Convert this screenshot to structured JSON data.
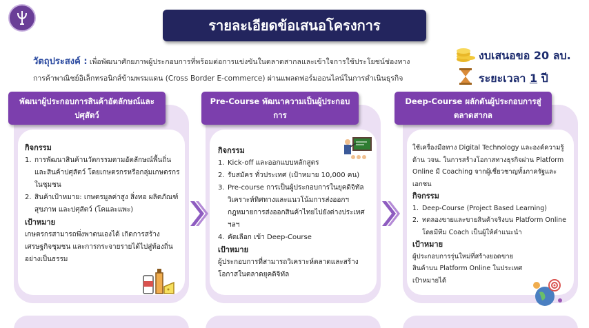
{
  "title": "รายละเอียดข้อเสนอโครงการ",
  "objective": {
    "label": "วัตถุประสงค์ :",
    "line1": "เพื่อพัฒนาศักยภาพผู้ประกอบการที่พร้อมต่อการแข่งขันในตลาดสากลและเข้าใจการใช้ประโยชน์ช่องทาง",
    "line2": "การค้าพาณิชย์อิเล็กทรอนิกส์ข้ามพรมแดน (Cross Border E-commerce) ผ่านแพลตฟอร์มออนไลน์ในการดำเนินธุรกิจ"
  },
  "budget": "งบเสนอขอ 20 ลบ.",
  "duration": {
    "prefix": "ระยะเวลา ",
    "value": "1",
    "suffix": " ปี"
  },
  "cards": [
    {
      "header": "พัฒนาผู้ประกอบการสินค้าอัตลักษณ์และปศุสัตว์",
      "activities_label": "กิจกรรม",
      "activities": [
        {
          "num": "1.",
          "text": "การพัฒนาสินค้านวัตกรรมตามอัตลักษณ์พื้นถิ่นและสินค้าปศุสัตว์ โดยเกษตรกรหรือกลุ่มเกษตรกรในชุมชน"
        },
        {
          "num": "2.",
          "text": "สินค้าเป้าหมาย: เกษตรมูลค่าสูง สิ่งทอ ผลิตภัณฑ์สุขภาพ และปศุสัตว์ (โคและแพะ)"
        }
      ],
      "target_label": "เป้าหมาย",
      "target": "เกษตรกรสามารถพึ่งพาตนเองได้ เกิดการสร้างเศรษฐกิจชุมชน และการกระจายรายได้ไปสู่ท้องถิ่นอย่างเป็นธรรม"
    },
    {
      "header": "Pre-Course พัฒนาความเป็นผู้ประกอบการ",
      "activities_label": "กิจกรรม",
      "activities": [
        {
          "num": "1.",
          "text": "Kick-off และออกแบบหลักสูตร"
        },
        {
          "num": "2.",
          "text": "รับสมัคร ทั่วประเทศ (เป้าหมาย 10,000 คน)"
        },
        {
          "num": "3.",
          "text": "Pre-course การเป็นผู้ประกอบการในยุคดิจิทัล วิเคราะห์ทิศทางและแนวโน้มการส่งออกฯ กฎหมายการส่งออกสินค้าไทยไปยังต่างประเทศ ฯลฯ"
        },
        {
          "num": "4.",
          "text": "คัดเลือก เข้า Deep-Course"
        }
      ],
      "target_label": "เป้าหมาย",
      "target": "ผู้ประกอบการที่สามารถวิเคราะห์ตลาดและสร้างโอกาสในตลาดยุคดิจิทัล"
    },
    {
      "header": "Deep-Course ผลักดันผู้ประกอบการสู่ตลาดสากล",
      "intro": "ใช้เครื่องมือทาง Digital Technology และองค์ความรู้ด้าน วจน. ในการสร้างโอกาสทางธุรกิจผ่าน Platform Online มี Coaching จากผู้เชี่ยวชาญทั้งภาครัฐและเอกชน",
      "activities_label": "กิจกรรม",
      "activities": [
        {
          "num": "1.",
          "text": "Deep-Course (Project Based Learning)"
        },
        {
          "num": "2.",
          "text": "ทดลองขายและขายสินค้าจริงบน Platform Online โดยมีทีม Coach เป็นผู้ให้คำแนะนำ"
        }
      ],
      "target_label": "เป้าหมาย",
      "target": "ผู้ประกอบการรุ่นใหม่ที่สร้างยอดขายสินค้าบน Platform Online ในประเทศเป้าหมายได้"
    }
  ],
  "colors": {
    "navy": "#23255e",
    "purple": "#7c3fad",
    "lavender": "#ece0f4",
    "accent_blue": "#2b4aa0"
  }
}
